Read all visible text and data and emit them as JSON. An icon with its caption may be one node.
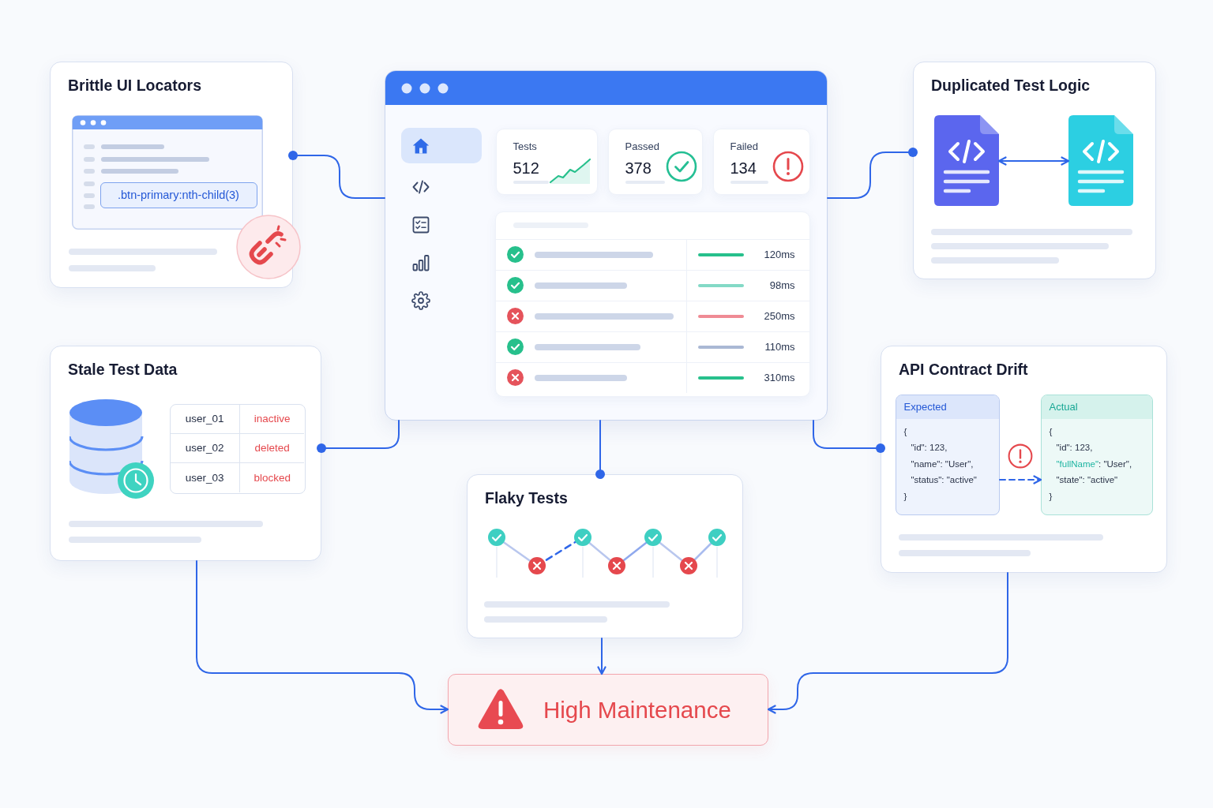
{
  "diagram": {
    "nodes": [
      {
        "text": [
          "Brittle UI Locators"
        ]
      },
      {
        "text": [
          ".btn-primary:nth-child(3)"
        ],
        "in": 0
      },
      {
        "text": [],
        "shape": "box"
      },
      {
        "text": [
          "Tests",
          "512"
        ],
        "in": 2
      },
      {
        "text": [
          "Passed",
          "378"
        ],
        "in": 2
      },
      {
        "text": [
          "Failed",
          "134"
        ],
        "in": 2
      },
      {
        "text": [
          "120ms",
          "98ms",
          "250ms",
          "110ms",
          "310ms"
        ],
        "in": 2
      },
      {
        "text": [
          "Duplicated Test Logic"
        ]
      },
      {
        "text": [],
        "shape": "document",
        "in": 7
      },
      {
        "text": [],
        "shape": "document",
        "in": 7
      },
      {
        "text": [
          "Stale Test Data"
        ]
      },
      {
        "text": [
          "user_01",
          "inactive",
          "user_02",
          "deleted",
          "user_03",
          "blocked"
        ],
        "in": 10
      },
      {
        "text": [
          "API Contract Drift"
        ]
      },
      {
        "text": [
          "Expected",
          "{",
          "\"id\": 123,",
          "\"name\": \"User\",",
          "\"status\": \"active\"",
          "}"
        ],
        "in": 12
      },
      {
        "text": [
          "Actual",
          "{",
          "\"id\": 123,",
          "\"fullName\": \"User\",",
          "\"state\": \"active\"",
          "}"
        ],
        "in": 12
      },
      {
        "text": [
          "Flaky Tests"
        ]
      },
      {
        "text": [
          "High Maintenance"
        ]
      }
    ],
    "edges": [
      {
        "from": 0,
        "to": 2,
        "arrow": "other"
      },
      {
        "from": 7,
        "to": 2,
        "arrow": "other"
      },
      {
        "from": 10,
        "to": 2,
        "arrow": "other"
      },
      {
        "from": 12,
        "to": 2,
        "arrow": "other"
      },
      {
        "from": 15,
        "to": 2,
        "arrow": "other"
      },
      {
        "from": 8,
        "to": 9,
        "arrow": "both"
      },
      {
        "from": 13,
        "to": 14,
        "arrow": "to",
        "style": "dashed"
      },
      {
        "from": 15,
        "to": 16,
        "arrow": "to"
      },
      {
        "from": 10,
        "to": 16,
        "arrow": "to"
      },
      {
        "from": 12,
        "to": 16,
        "arrow": "to"
      }
    ]
  }
}
